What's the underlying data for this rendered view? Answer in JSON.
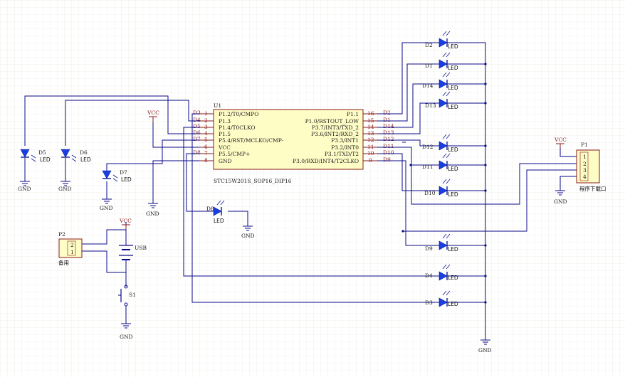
{
  "ic": {
    "designator": "U1",
    "part": "STC15W201S_SOP16_DIP16",
    "left_pins": [
      {
        "num": "1",
        "name": "P1.2/T0/CMPO",
        "net": "D3"
      },
      {
        "num": "2",
        "name": "P1.3",
        "net": "D4"
      },
      {
        "num": "3",
        "name": "P1.4/T0CLKO",
        "net": "D5"
      },
      {
        "num": "4",
        "name": "P1.5",
        "net": "D6"
      },
      {
        "num": "5",
        "name": "P5.4/RST/MCLKO/CMP-",
        "net": "D7"
      },
      {
        "num": "6",
        "name": "VCC",
        "net": ""
      },
      {
        "num": "7",
        "name": "P5.5/CMP+",
        "net": "D8"
      },
      {
        "num": "8",
        "name": "GND",
        "net": ""
      }
    ],
    "right_pins": [
      {
        "num": "16",
        "name": "P1.1",
        "net": "D2"
      },
      {
        "num": "15",
        "name": "P1.0/RSTOUT_LOW",
        "net": "D1"
      },
      {
        "num": "14",
        "name": "P3.7/INT3/TXD_2",
        "net": "D14"
      },
      {
        "num": "13",
        "name": "P3.6/INT2/RXD_2",
        "net": "D13"
      },
      {
        "num": "12",
        "name": "P3.3/INT1",
        "net": "D12"
      },
      {
        "num": "11",
        "name": "P3.2/INT0",
        "net": "D11"
      },
      {
        "num": "10",
        "name": "P3.1/TXD/T2",
        "net": "D10"
      },
      {
        "num": "9",
        "name": "P3.0/RXD/INT4/T2CLKO",
        "net": "D9"
      }
    ]
  },
  "power": {
    "vcc": "VCC",
    "gnd": "GND"
  },
  "leds": {
    "led_text": "LED",
    "right": [
      "D2",
      "D1",
      "D14",
      "D13",
      "D12",
      "D11",
      "D10",
      "D9",
      "D4",
      "D3"
    ],
    "left": [
      "D5",
      "D6",
      "D7"
    ],
    "bottom": "D8"
  },
  "connectors": {
    "p1": {
      "designator": "P1",
      "pins": [
        "1",
        "2",
        "3",
        "4"
      ],
      "label": "程序下载口"
    },
    "p2": {
      "designator": "P2",
      "pins": [
        "2",
        "1"
      ],
      "label": "备用"
    }
  },
  "misc": {
    "usb": "USB",
    "switch": "S1"
  }
}
